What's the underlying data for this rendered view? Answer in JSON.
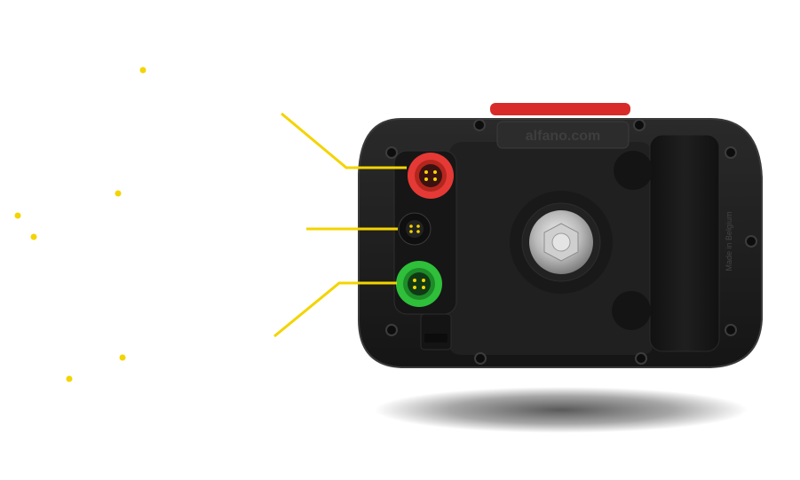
{
  "device": {
    "brand": "alfano.com",
    "made_in": "Made in Belgium",
    "colors": {
      "background": "#ffffff",
      "body": "#1b1b1b",
      "accent_red": "#e53935",
      "accent_green": "#2fbf3a",
      "leader": "#f3d400"
    },
    "connectors": [
      {
        "name": "red-connector"
      },
      {
        "name": "black-connector"
      },
      {
        "name": "green-connector"
      }
    ]
  }
}
